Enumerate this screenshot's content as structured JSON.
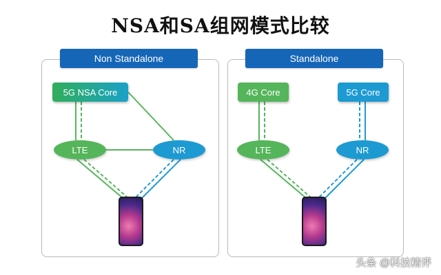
{
  "title": "NSA和SA组网模式比较",
  "left_panel": {
    "header": "Non Standalone",
    "core": "5G NSA Core",
    "lte": "LTE",
    "nr": "NR"
  },
  "right_panel": {
    "header": "Standalone",
    "core_4g": "4G Core",
    "core_5g": "5G Core",
    "lte": "LTE",
    "nr": "NR"
  },
  "colors": {
    "header_blue": "#1666b8",
    "green": "#55b55b",
    "blue": "#1e9ad2"
  },
  "watermark": "头条 @科技精评"
}
